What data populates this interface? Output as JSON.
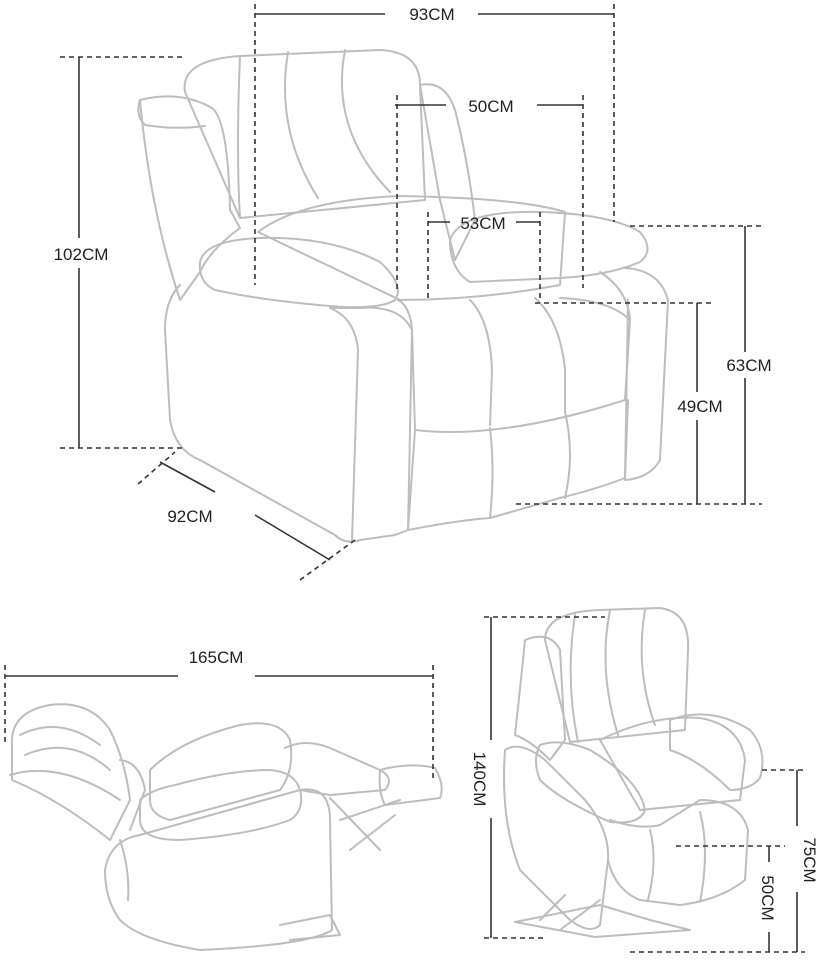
{
  "dimensions": {
    "width_overall": "93CM",
    "backrest_width": "50CM",
    "seat_width": "53CM",
    "height_overall": "102CM",
    "armrest_height": "63CM",
    "seat_height": "49CM",
    "depth": "92CM",
    "reclined_length": "165CM",
    "lift_height": "140CM",
    "lift_armrest_height": "75CM",
    "lift_seat_height": "50CM"
  }
}
